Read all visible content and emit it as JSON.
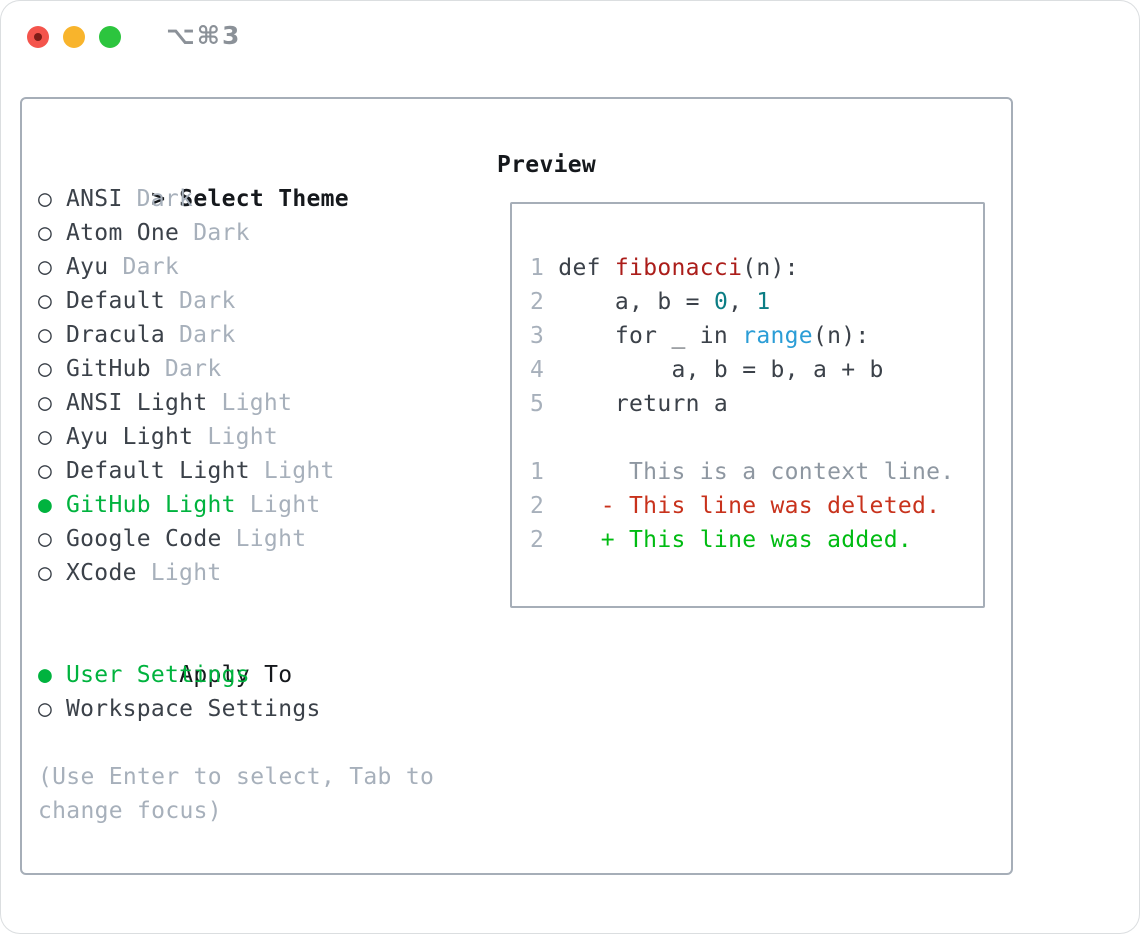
{
  "titlebar": {
    "shortcut": "⌥⌘3"
  },
  "theme_panel": {
    "header": {
      "prefix": ">",
      "label": "Select Theme"
    },
    "themes": [
      {
        "bullet": "○",
        "name": "ANSI",
        "variant": "Dark",
        "selected": false
      },
      {
        "bullet": "○",
        "name": "Atom One",
        "variant": "Dark",
        "selected": false
      },
      {
        "bullet": "○",
        "name": "Ayu",
        "variant": "Dark",
        "selected": false
      },
      {
        "bullet": "○",
        "name": "Default",
        "variant": "Dark",
        "selected": false
      },
      {
        "bullet": "○",
        "name": "Dracula",
        "variant": "Dark",
        "selected": false
      },
      {
        "bullet": "○",
        "name": "GitHub",
        "variant": "Dark",
        "selected": false
      },
      {
        "bullet": "○",
        "name": "ANSI Light",
        "variant": "Light",
        "selected": false
      },
      {
        "bullet": "○",
        "name": "Ayu Light",
        "variant": "Light",
        "selected": false
      },
      {
        "bullet": "○",
        "name": "Default Light",
        "variant": "Light",
        "selected": false
      },
      {
        "bullet": "●",
        "name": "GitHub Light",
        "variant": "Light",
        "selected": true
      },
      {
        "bullet": "○",
        "name": "Google Code",
        "variant": "Light",
        "selected": false
      },
      {
        "bullet": "○",
        "name": "XCode",
        "variant": "Light",
        "selected": false
      }
    ],
    "apply_to": {
      "label": "Apply To",
      "options": [
        {
          "bullet": "●",
          "name": "User Settings",
          "selected": true
        },
        {
          "bullet": "○",
          "name": "Workspace Settings",
          "selected": false
        }
      ]
    },
    "hint": "(Use Enter to select, Tab to change focus)"
  },
  "preview": {
    "label": "Preview",
    "lines": [
      {
        "num": "1",
        "tokens": [
          {
            "t": " def ",
            "c": "plain"
          },
          {
            "t": "fibonacci",
            "c": "func"
          },
          {
            "t": "(n):",
            "c": "plain"
          }
        ]
      },
      {
        "num": "2",
        "tokens": [
          {
            "t": "     a, b = ",
            "c": "plain"
          },
          {
            "t": "0",
            "c": "num"
          },
          {
            "t": ", ",
            "c": "plain"
          },
          {
            "t": "1",
            "c": "num"
          }
        ]
      },
      {
        "num": "3",
        "tokens": [
          {
            "t": "     for _ in ",
            "c": "plain"
          },
          {
            "t": "range",
            "c": "builtin"
          },
          {
            "t": "(n):",
            "c": "plain"
          }
        ]
      },
      {
        "num": "4",
        "tokens": [
          {
            "t": "         a, b = b, a + b",
            "c": "plain"
          }
        ]
      },
      {
        "num": "5",
        "tokens": [
          {
            "t": "     return a",
            "c": "plain"
          }
        ]
      },
      {
        "num": "",
        "tokens": []
      },
      {
        "num": "1",
        "tokens": [
          {
            "t": "      This is a context line.",
            "c": "ctx"
          }
        ]
      },
      {
        "num": "2",
        "tokens": [
          {
            "t": "    - This line was deleted.",
            "c": "del"
          }
        ]
      },
      {
        "num": "2",
        "tokens": [
          {
            "t": "    + This line was added.",
            "c": "add"
          }
        ]
      }
    ]
  },
  "colors": {
    "accent_green": "#00b33e",
    "add_green": "#00bb12",
    "del_red": "#c8321c",
    "func_red": "#ab1d1a",
    "num_teal": "#0b7d84",
    "builtin_blue": "#2b9dd6",
    "text_dark": "#3b4149",
    "heading": "#15181c",
    "muted": "#a7b0bb",
    "line_number": "#a7b0bb",
    "ctx_gray": "#8e97a1",
    "border": "#a6aeb8",
    "titlebar_text": "#8b9198",
    "traffic_red": "#f4544c",
    "traffic_red_core": "#7e1d18",
    "traffic_yellow": "#f8b42c",
    "traffic_green": "#2cc53e"
  }
}
